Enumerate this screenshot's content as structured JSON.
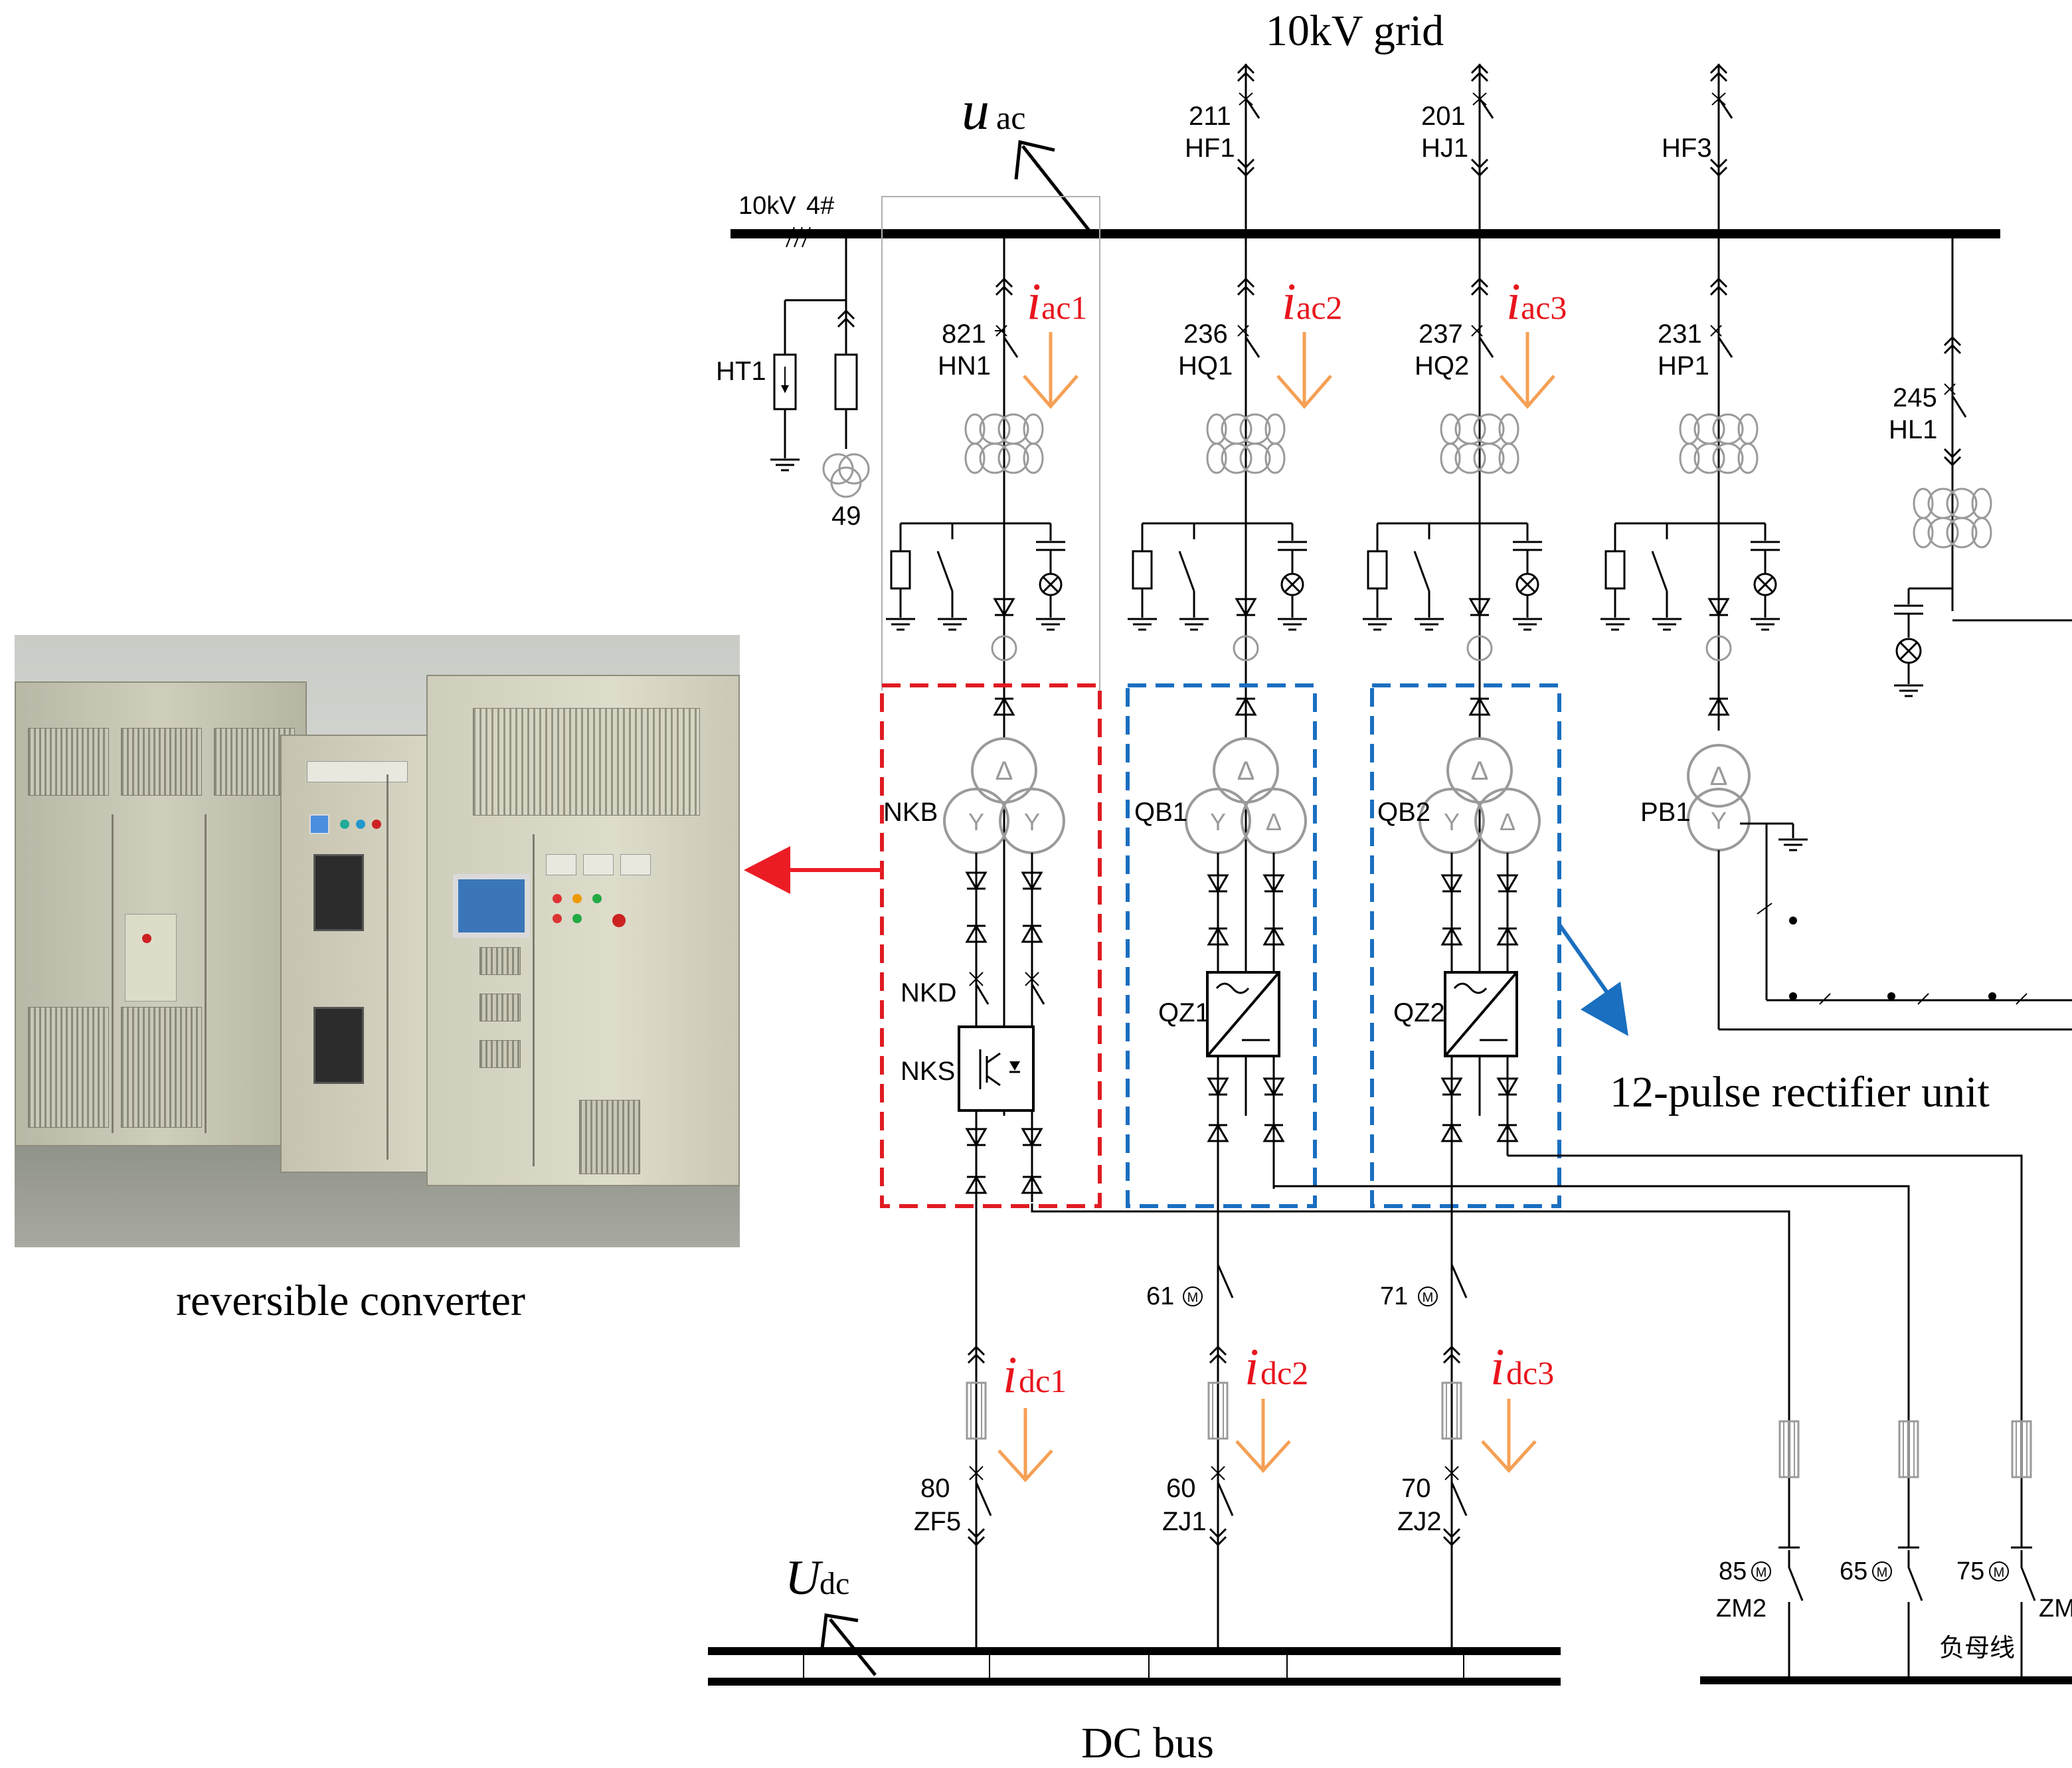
{
  "labels": {
    "grid": "10kV grid",
    "uac_main": "u",
    "uac_sub": "ac",
    "bus_10kv": "10kV",
    "bus_4": "4#",
    "rectifier_unit": "12-pulse rectifier unit",
    "reversible_converter": "reversible converter",
    "dc_bus": "DC bus",
    "udc_main": "U",
    "udc_sub": "dc",
    "neg_bus": "负母线",
    "zm_cut": "ZM"
  },
  "currents": {
    "iac1": {
      "main": "i",
      "sub": "ac1"
    },
    "iac2": {
      "main": "i",
      "sub": "ac2"
    },
    "iac3": {
      "main": "i",
      "sub": "ac3"
    },
    "idc1": {
      "main": "i",
      "sub": "dc1"
    },
    "idc2": {
      "main": "i",
      "sub": "dc2"
    },
    "idc3": {
      "main": "i",
      "sub": "dc3"
    }
  },
  "devices": {
    "f211": "211",
    "hf1": "HF1",
    "f201": "201",
    "hj1": "HJ1",
    "hf3": "HF3",
    "f821": "821",
    "hn1": "HN1",
    "f236": "236",
    "hq1": "HQ1",
    "f237": "237",
    "hq2": "HQ2",
    "f231": "231",
    "hp1": "HP1",
    "f245": "245",
    "hl1": "HL1",
    "ht1": "HT1",
    "f49": "49",
    "nkb": "NKB",
    "nkd": "NKD",
    "nks": "NKS",
    "qb1": "QB1",
    "qz1": "QZ1",
    "qb2": "QB2",
    "qz2": "QZ2",
    "pb1": "PB1",
    "f61": "61",
    "f71": "71",
    "f80": "80",
    "zf5": "ZF5",
    "f60": "60",
    "zj1": "ZJ1",
    "f70": "70",
    "zj2": "ZJ2",
    "f85": "85",
    "zm2": "ZM2",
    "f65": "65",
    "f75": "75",
    "motor": "M"
  },
  "colors": {
    "line": "#000000",
    "gray_symbol": "#9a9a9a",
    "current_label": "#e8141c",
    "current_arrow": "#f5a055",
    "red_box": "#e01b22",
    "blue_box": "#1a6fc0",
    "red_arrow": "#ec1c24",
    "blue_arrow": "#1a6fc0"
  },
  "photo": {
    "subject": "reversible-converter-cabinet-photo"
  }
}
